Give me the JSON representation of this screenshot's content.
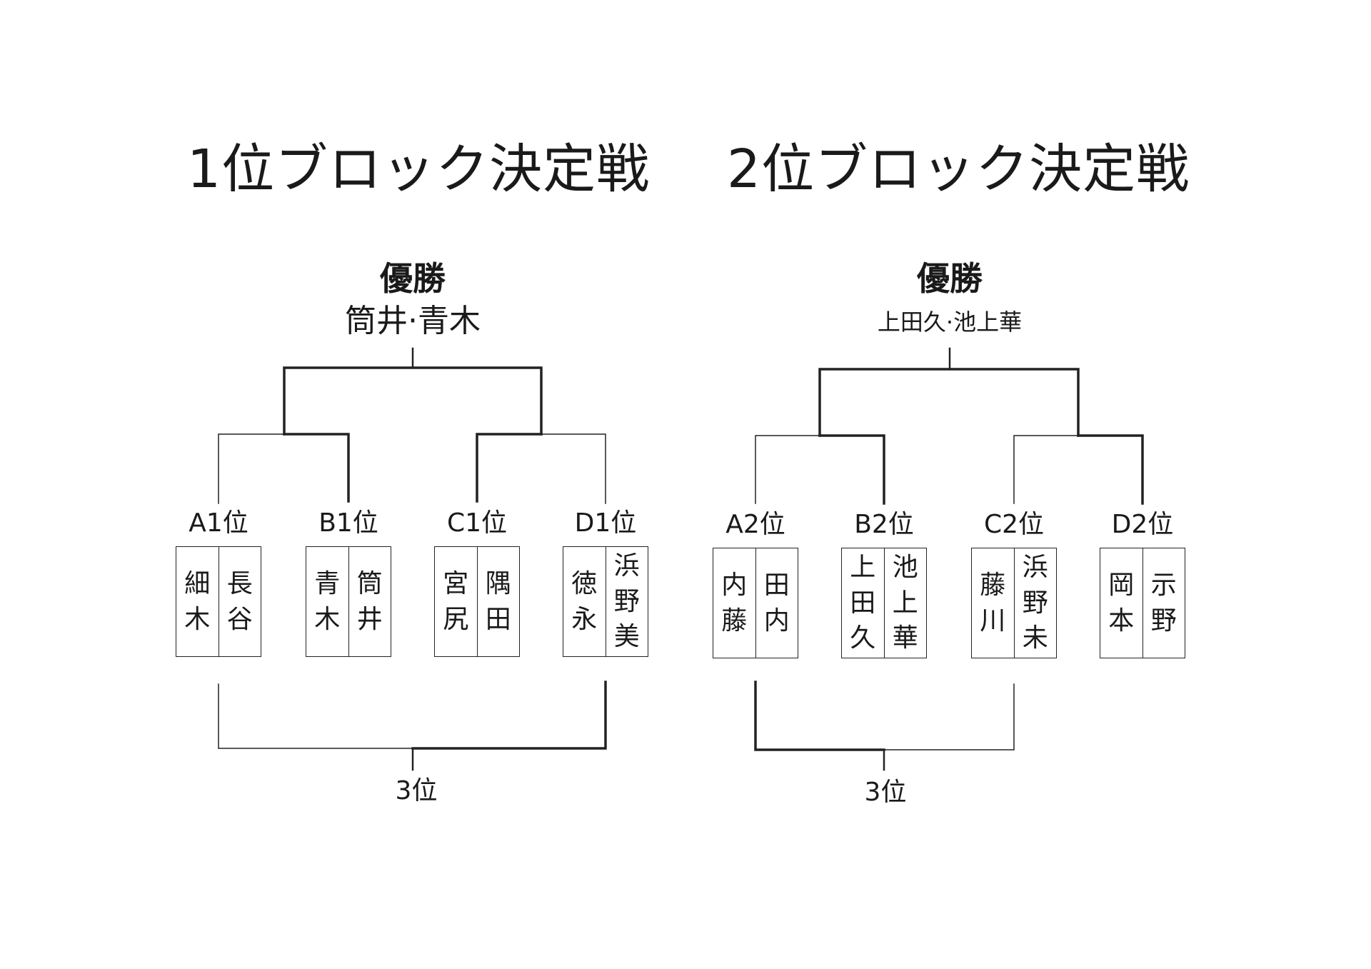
{
  "brackets": [
    {
      "title": "1位ブロック決定戦",
      "winner_label": "優勝",
      "winner_name": "筒井·青木",
      "seeds": [
        {
          "label": "A1位",
          "players": [
            "細木",
            "長谷"
          ]
        },
        {
          "label": "B1位",
          "players": [
            "青木",
            "筒井"
          ]
        },
        {
          "label": "C1位",
          "players": [
            "宮尻",
            "隅田"
          ]
        },
        {
          "label": "D1位",
          "players": [
            "徳永",
            "浜野美"
          ]
        }
      ],
      "third_label": "3位"
    },
    {
      "title": "2位ブロック決定戦",
      "winner_label": "優勝",
      "winner_name": "上田久·池上華",
      "seeds": [
        {
          "label": "A2位",
          "players": [
            "内藤",
            "田内"
          ]
        },
        {
          "label": "B2位",
          "players": [
            "上田久",
            "池上華"
          ]
        },
        {
          "label": "C2位",
          "players": [
            "藤川",
            "浜野未"
          ]
        },
        {
          "label": "D2位",
          "players": [
            "岡本",
            "示野"
          ]
        }
      ],
      "third_label": "3位"
    }
  ]
}
